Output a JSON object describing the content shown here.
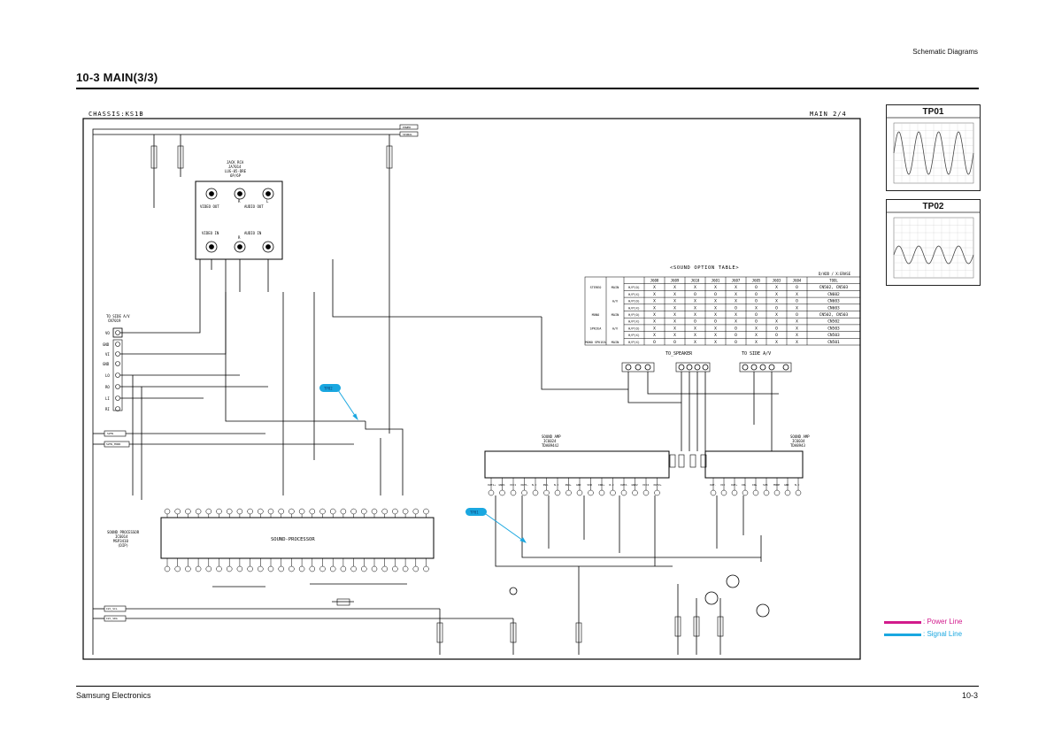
{
  "header": {
    "section_right": "Schematic Diagrams",
    "title": "10-3 MAIN(3/3)"
  },
  "footer": {
    "company": "Samsung Electronics",
    "page": "10-3"
  },
  "schematic": {
    "chassis": "CHASSIS:KS1B",
    "page_ref": "MAIN 2/4",
    "jack_block": {
      "title": [
        "JACK RCA",
        "JA7014",
        "LUG-05-DRE",
        "6P/6P"
      ],
      "video_out": "VIDEO OUT",
      "audio_out": "AUDIO OUT",
      "video_in": "VIDEO IN",
      "audio_in": "AUDIO IN",
      "r": "R",
      "l": "L",
      "r2": "R"
    },
    "side_av": {
      "title": "TO SIDE A/V",
      "ref": "CN7019",
      "pins": [
        "VO",
        "GND",
        "VI",
        "GND",
        "LO",
        "RO",
        "LI",
        "RI"
      ]
    },
    "sound_processor": {
      "label": [
        "SOUND PROCESSOR",
        "IC6014",
        "MSP3410",
        "(DIP)"
      ],
      "name": "SOUND-PROCESSOR"
    },
    "sound_amp_left": {
      "label": [
        "SOUND AMP",
        "IC6024",
        "TDA8944J"
      ],
      "pins": [
        "OUT1+",
        "GND1",
        "VCC1",
        "OUT1-",
        "N.C",
        "IN1-",
        "N.C",
        "IN1+",
        "GND",
        "SVR",
        "IN2+",
        "N.C",
        "OUT2-",
        "GND2",
        "VCC2",
        "OUT2+"
      ]
    },
    "sound_amp_right": {
      "label": [
        "SOUND AMP",
        "IC6034",
        "TDA8943"
      ],
      "pins": [
        "OUT-",
        "VCC",
        "OUT+",
        "IN-",
        "IN+",
        "SVR",
        "MODE",
        "GND",
        "N.C"
      ]
    },
    "to_speaker": "TO_SPEAKER",
    "to_side_av": "TO SIDE A/V",
    "tp_bubbles": [
      "TP02",
      "TP01"
    ],
    "bus_labels_left": [
      "SVHS",
      "SVHS_MONO",
      "I2C_SCL",
      "I2C_SDA"
    ],
    "bus_labels_top": [
      "POWER",
      "SIGNAL"
    ],
    "sound_option_table": {
      "title": "<SOUND OPTION TABLE>",
      "note": "D/ADD / X:ERASE",
      "columns": [
        "",
        "",
        "",
        "J608",
        "J609",
        "J610",
        "J601",
        "J607",
        "J605",
        "J603",
        "J604",
        "TOOL"
      ],
      "rows": [
        [
          "STEREO",
          "MAIN",
          "H/P(O)",
          "X",
          "X",
          "X",
          "X",
          "X",
          "O",
          "X",
          "O",
          "CN502, CN503"
        ],
        [
          "",
          "",
          "H/P(X)",
          "X",
          "X",
          "O",
          "O",
          "X",
          "O",
          "X",
          "X",
          "CN602"
        ],
        [
          "",
          "A/V",
          "H/P(O)",
          "X",
          "X",
          "X",
          "X",
          "X",
          "O",
          "X",
          "O",
          "CN603"
        ],
        [
          "",
          "",
          "H/P(X)",
          "X",
          "X",
          "X",
          "X",
          "O",
          "X",
          "O",
          "X",
          "CN603"
        ],
        [
          "MONO",
          "MAIN",
          "H/P(O)",
          "X",
          "X",
          "X",
          "X",
          "X",
          "O",
          "X",
          "O",
          "CN502, CN503"
        ],
        [
          "",
          "",
          "H/P(X)",
          "X",
          "X",
          "O",
          "O",
          "X",
          "O",
          "X",
          "X",
          "CN502"
        ],
        [
          "SPK2EA",
          "A/V",
          "H/P(O)",
          "X",
          "X",
          "X",
          "X",
          "O",
          "X",
          "O",
          "X",
          "CN503"
        ],
        [
          "",
          "",
          "H/P(X)",
          "X",
          "X",
          "X",
          "X",
          "O",
          "X",
          "O",
          "X",
          "CN503"
        ],
        [
          "MONO SPK1EA",
          "MAIN",
          "H/P(X)",
          "O",
          "O",
          "X",
          "X",
          "O",
          "X",
          "X",
          "X",
          "CN501"
        ]
      ]
    }
  },
  "tp01": {
    "label": "TP01"
  },
  "tp02": {
    "label": "TP02"
  },
  "legend": {
    "power": ": Power Line",
    "signal": ": Signal Line",
    "power_color": "#d21a8c",
    "signal_color": "#1aa7e0"
  }
}
